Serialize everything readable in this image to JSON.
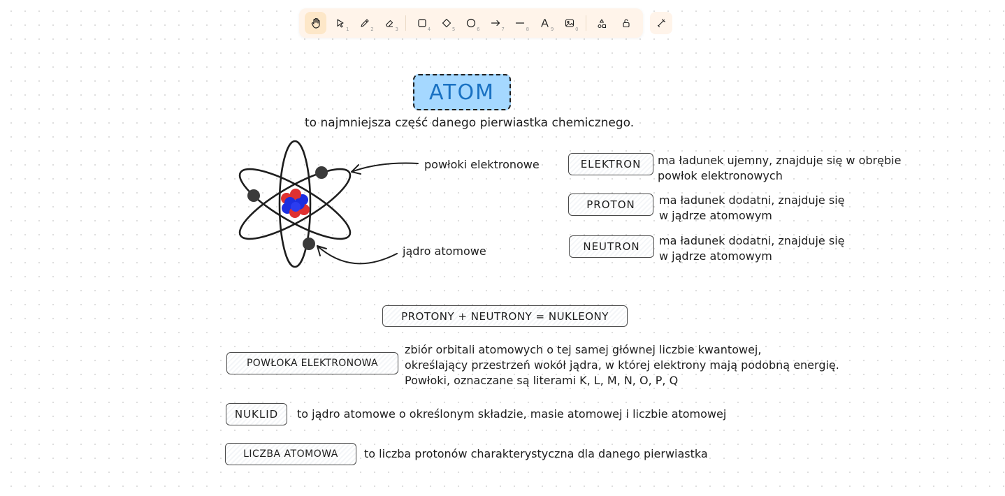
{
  "toolbar": {
    "tools": [
      {
        "name": "hand-tool",
        "key": ""
      },
      {
        "name": "selection-tool",
        "key": "1"
      },
      {
        "name": "draw-tool",
        "key": "2"
      },
      {
        "name": "eraser-tool",
        "key": "3"
      },
      {
        "name": "rectangle-tool",
        "key": "4"
      },
      {
        "name": "diamond-tool",
        "key": "5"
      },
      {
        "name": "ellipse-tool",
        "key": "6"
      },
      {
        "name": "arrow-tool",
        "key": "7"
      },
      {
        "name": "line-tool",
        "key": "8"
      },
      {
        "name": "text-tool",
        "key": "9"
      },
      {
        "name": "image-tool",
        "key": "0"
      }
    ]
  },
  "canvas": {
    "title": "ATOM",
    "definition": "to najmniejsza część danego pierwiastka chemicznego.",
    "label_shells": "powłoki elektronowe",
    "label_nucleus": "jądro atomowe",
    "particles": [
      {
        "name": "ELEKTRON",
        "line1": "ma ładunek ujemny, znajduje się w obrębie",
        "line2": "powłok elektronowych"
      },
      {
        "name": "PROTON",
        "line1": "ma ładunek dodatni, znajduje się",
        "line2": "w jądrze atomowym"
      },
      {
        "name": "NEUTRON",
        "line1": "ma ładunek dodatni, znajduje się",
        "line2": "w jądrze atomowym"
      }
    ],
    "nucleons": "PROTONY + NEUTRONY = NUKLEONY",
    "shell_term": "POWŁOKA ELEKTRONOWA",
    "shell_desc": [
      "zbiór orbitali atomowych o tej samej głównej liczbie kwantowej,",
      "określający przestrzeń wokół jądra, w której elektrony mają podobną energię.",
      "Powłoki, oznaczane są literami K, L, M, N, O, P, Q"
    ],
    "nuclide_term": "NUKLID",
    "nuclide_desc": "to jądro atomowe o określonym składzie, masie atomowej i liczbie atomowej",
    "atomic_number_term": "LICZBA ATOMOWA",
    "atomic_number_desc": "to liczba protonów charakterystyczna dla danego pierwiastka"
  },
  "colors": {
    "title_fill": "#a5d8ff",
    "title_text": "#1971c2",
    "proton": "#e03131",
    "neutron": "#1c2ee0",
    "electron": "#3a3a3a"
  }
}
